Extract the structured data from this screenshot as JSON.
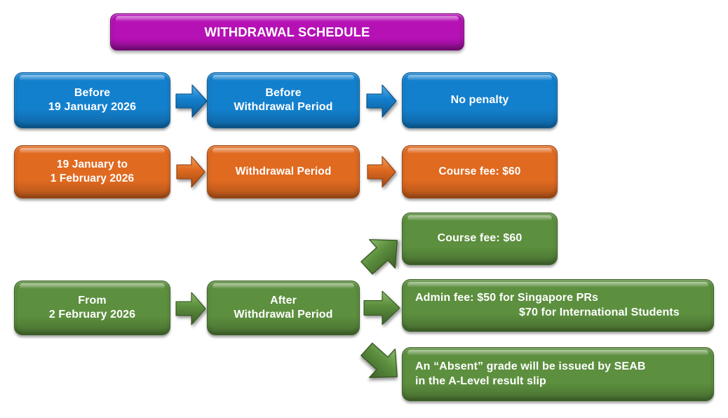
{
  "header": {
    "title": "WITHDRAWAL SCHEDULE",
    "color": "#B511B5"
  },
  "colors": {
    "blue": "#1380CE",
    "orange": "#E06A20",
    "green": "#5C8F3E",
    "magenta": "#B511B5",
    "text": "#FFFFFF",
    "background": "#FFFFFF"
  },
  "rows": [
    {
      "id": "before-withdrawal",
      "color": "blue",
      "period": "Before\n19 January 2026",
      "period_line1": "Before",
      "period_line2": "19 January 2026",
      "stage_line1": "Before",
      "stage_line2": "Withdrawal Period",
      "outcomes": [
        {
          "text": "No penalty"
        }
      ]
    },
    {
      "id": "during-withdrawal",
      "color": "orange",
      "period_line1": "19 January to",
      "period_line2": "1 February 2026",
      "stage_line1": "Withdrawal Period",
      "stage_line2": "",
      "outcomes": [
        {
          "text": "Course fee: $60"
        }
      ]
    },
    {
      "id": "after-withdrawal",
      "color": "green",
      "period_line1": "From",
      "period_line2": "2 February 2026",
      "stage_line1": "After",
      "stage_line2": "Withdrawal Period",
      "outcomes": [
        {
          "text": "Course fee: $60"
        },
        {
          "line1": "Admin fee: $50 for Singapore PRs",
          "line2": "$70 for International Students"
        },
        {
          "line1": "An “Absent” grade will be issued by SEAB",
          "line2": "in the A-Level result slip"
        }
      ]
    }
  ],
  "icons": {
    "arrow_right": "arrow-right-icon",
    "arrow_up_right": "arrow-up-right-icon",
    "arrow_down_right": "arrow-down-right-icon"
  }
}
